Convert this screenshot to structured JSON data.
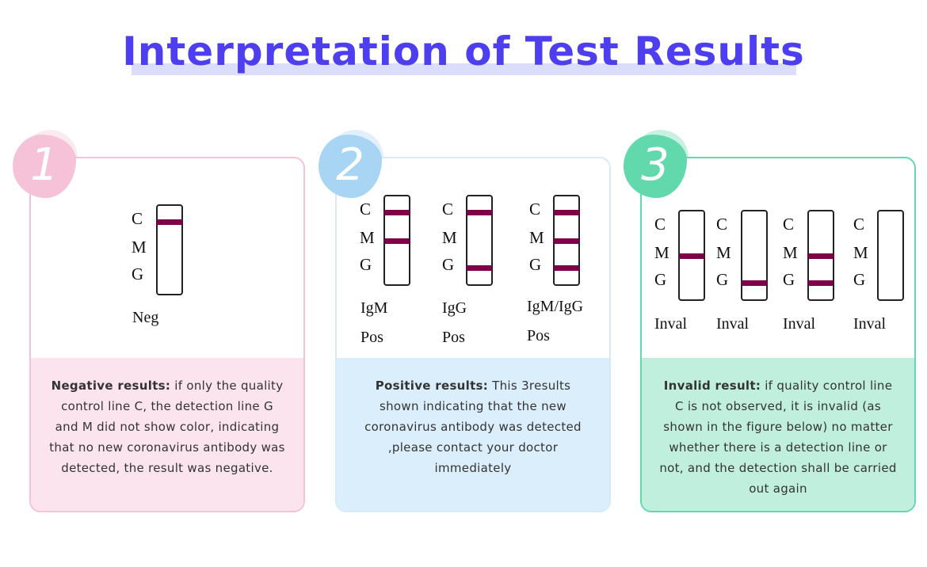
{
  "title": "Interpretation of Test Results",
  "colors": {
    "title": "#4d3ff0",
    "line": "#7d0048",
    "pink": "#f5c2d7",
    "blue": "#a8d5f3",
    "green": "#62d8ad"
  },
  "line_labels": [
    "C",
    "M",
    "G"
  ],
  "cards": [
    {
      "number": "1",
      "strips": [
        {
          "lines": [
            "C"
          ],
          "result": [
            "Neg"
          ]
        }
      ],
      "heading": "Negative results:",
      "text": " if only the quality control line C, the detection line G and M did not show color, indicating that no new coronavirus antibody was detected, the result was negative."
    },
    {
      "number": "2",
      "strips": [
        {
          "lines": [
            "C",
            "M"
          ],
          "result": [
            "IgM",
            "Pos"
          ]
        },
        {
          "lines": [
            "C",
            "G"
          ],
          "result": [
            "IgG",
            "Pos"
          ]
        },
        {
          "lines": [
            "C",
            "M",
            "G"
          ],
          "result": [
            "IgM/IgG",
            "Pos"
          ]
        }
      ],
      "heading": "Positive results:",
      "text": " This 3results shown indicating that the new coronavirus antibody was detected ,please contact your doctor immediately"
    },
    {
      "number": "3",
      "strips": [
        {
          "lines": [
            "M"
          ],
          "result": [
            "Inval"
          ]
        },
        {
          "lines": [
            "G"
          ],
          "result": [
            "Inval"
          ]
        },
        {
          "lines": [
            "M",
            "G"
          ],
          "result": [
            "Inval"
          ]
        },
        {
          "lines": [],
          "result": [
            "Inval"
          ]
        }
      ],
      "heading": "Invalid result:",
      "text": " if quality control line C is not observed, it is invalid (as shown in the figure below) no matter whether there is a detection line or not, and the detection shall be carried out again"
    }
  ]
}
